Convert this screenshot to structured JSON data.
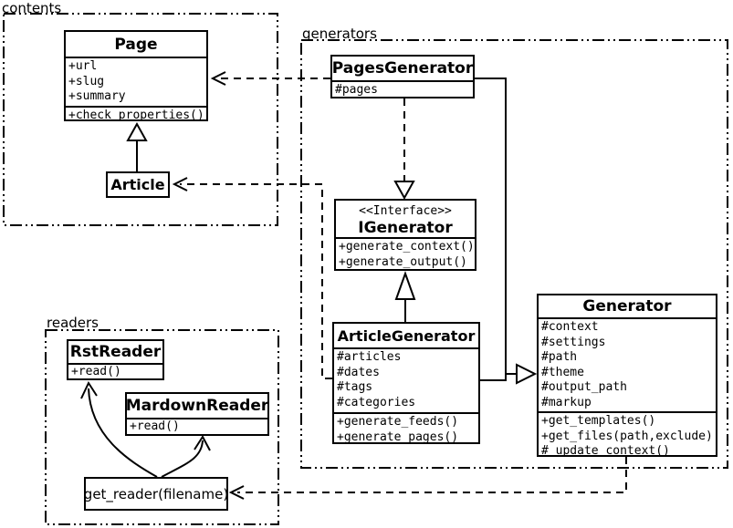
{
  "packages": {
    "contents": {
      "label": "contents"
    },
    "generators": {
      "label": "generators"
    },
    "readers": {
      "label": "readers"
    }
  },
  "classes": {
    "page": {
      "title": "Page",
      "attributes": [
        "+url",
        "+slug",
        "+summary"
      ],
      "methods": [
        "+check_properties()"
      ]
    },
    "article": {
      "title": "Article"
    },
    "pages_generator": {
      "title": "PagesGenerator",
      "attributes": [
        "#pages"
      ]
    },
    "igenerator": {
      "stereotype": "<<Interface>>",
      "title": "IGenerator",
      "methods": [
        "+generate_context()",
        "+generate_output()"
      ]
    },
    "article_generator": {
      "title": "ArticleGenerator",
      "attributes": [
        "#articles",
        "#dates",
        "#tags",
        "#categories"
      ],
      "methods": [
        "+generate_feeds()",
        "+generate_pages()"
      ]
    },
    "generator": {
      "title": "Generator",
      "attributes": [
        "#context",
        "#settings",
        "#path",
        "#theme",
        "#output_path",
        "#markup"
      ],
      "methods": [
        "+get_templates()",
        "+get_files(path,exclude)",
        "#_update_context()"
      ]
    },
    "rst_reader": {
      "title": "RstReader",
      "methods": [
        "+read()"
      ]
    },
    "markdown_reader": {
      "title": "MardownReader",
      "methods": [
        "+read()"
      ]
    },
    "get_reader": {
      "title": "get_reader(filename)"
    }
  },
  "relationships": [
    {
      "type": "generalization",
      "from": "Article",
      "to": "Page"
    },
    {
      "type": "dependency",
      "from": "PagesGenerator",
      "to": "Page"
    },
    {
      "type": "dependency",
      "from": "ArticleGenerator",
      "to": "Article"
    },
    {
      "type": "realization",
      "from": "PagesGenerator",
      "to": "IGenerator"
    },
    {
      "type": "realization",
      "from": "ArticleGenerator",
      "to": "IGenerator"
    },
    {
      "type": "generalization",
      "from": "PagesGenerator",
      "to": "Generator"
    },
    {
      "type": "generalization",
      "from": "ArticleGenerator",
      "to": "Generator"
    },
    {
      "type": "dependency",
      "from": "Generator",
      "to": "get_reader(filename)"
    },
    {
      "type": "association",
      "from": "get_reader(filename)",
      "to": "RstReader"
    },
    {
      "type": "association",
      "from": "get_reader(filename)",
      "to": "MardownReader"
    }
  ],
  "colors": {
    "line": "#000000",
    "background": "#ffffff"
  }
}
